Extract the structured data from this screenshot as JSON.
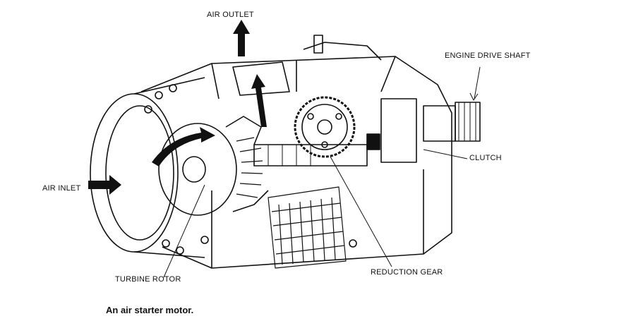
{
  "figure": {
    "labels": {
      "air_outlet": "AIR OUTLET",
      "engine_drive_shaft": "ENGINE DRIVE SHAFT",
      "clutch": "CLUTCH",
      "air_inlet": "AIR INLET",
      "turbine_rotor": "TURBINE ROTOR",
      "reduction_gear": "REDUCTION GEAR"
    },
    "caption": "An air starter motor."
  }
}
